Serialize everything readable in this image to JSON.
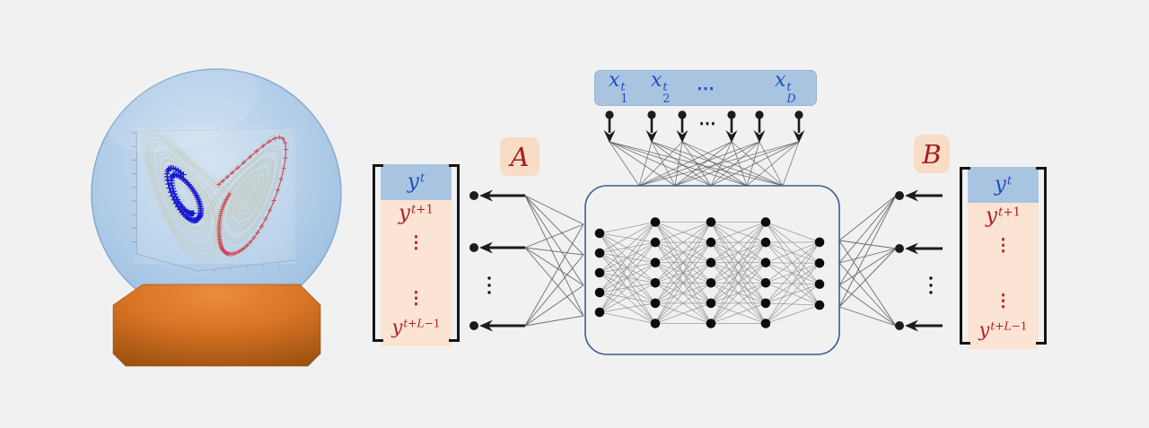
{
  "colors": {
    "background": "#f1f1f1",
    "accent_blue_bg": "#a9c4e0",
    "accent_blue_text": "#1f4fc0",
    "accent_peach_bg": "#fbe4d3",
    "badge_bg": "#f8dcc5",
    "accent_red_text": "#b2201f",
    "network_border": "#3b5d8f",
    "node_black": "#0c0c0c",
    "edge_gray": "#8d8d8d",
    "fan_gray": "#5f5f5f",
    "arrow_black": "#1c1c1c",
    "ball_blue": "#aac8e6",
    "base_orange": "#d97a2a",
    "lorenz_history": "#c4c9b9",
    "lorenz_blue": "#1717d0",
    "lorenz_red": "#cf4750"
  },
  "input_row": {
    "cells": [
      {
        "base": "x",
        "sub": "1",
        "sup": "t"
      },
      {
        "base": "x",
        "sub": "2",
        "sup": "t"
      },
      {
        "dots": "⋯"
      },
      {
        "base": "x",
        "sub": "D",
        "sup": "t"
      }
    ],
    "ellipsis": "⋯"
  },
  "matrix_left": {
    "badge": "A",
    "cells": [
      {
        "base": "y",
        "sup": "t"
      },
      {
        "base": "y",
        "sup": "t+1"
      },
      {
        "dots": "⋮"
      },
      {
        "dots": "⋮"
      },
      {
        "base": "y",
        "sup": "t+L−1"
      }
    ]
  },
  "matrix_right": {
    "badge": "B",
    "cells": [
      {
        "base": "y",
        "sup": "t"
      },
      {
        "base": "y",
        "sup": "t+1"
      },
      {
        "dots": "⋮"
      },
      {
        "dots": "⋮"
      },
      {
        "base": "y",
        "sup": "t+L−1"
      }
    ]
  },
  "network": {
    "layers": [
      5,
      6,
      6,
      6,
      4
    ],
    "input_arrow_count": 6,
    "readout_arrow_count_left": 3,
    "readout_arrow_count_right": 3
  },
  "globe": {
    "depicts": "Lorenz attractor inside crystal ball",
    "series": [
      {
        "name": "history-trajectory"
      },
      {
        "name": "recent-trajectory-blue"
      },
      {
        "name": "recent-trajectory-red"
      }
    ]
  }
}
